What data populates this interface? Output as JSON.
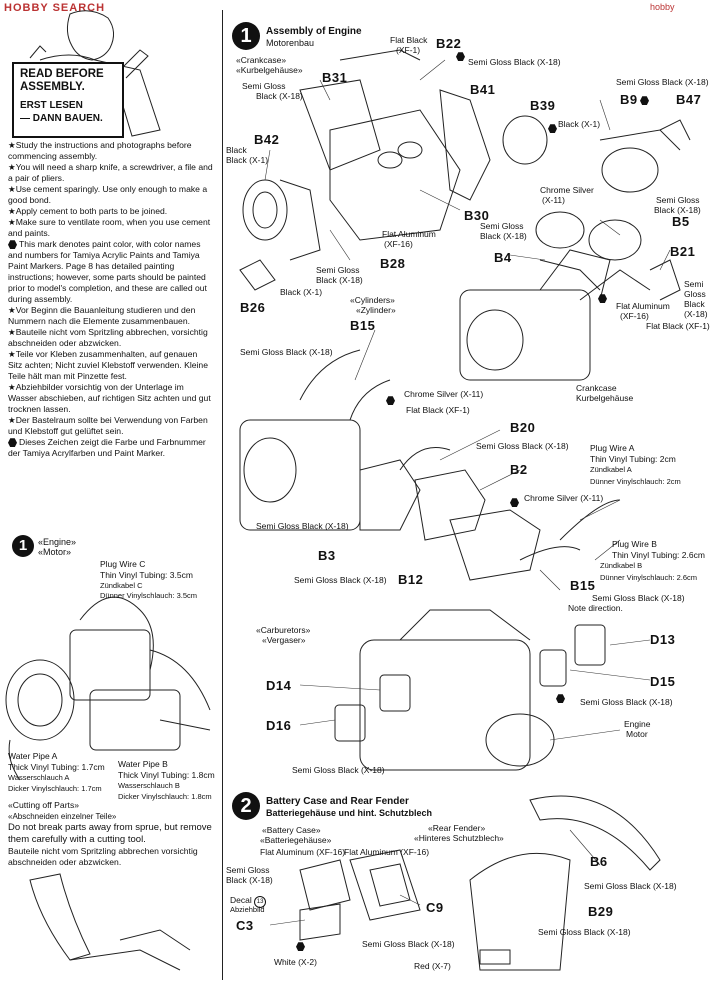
{
  "watermark": {
    "left": "HOBBY SEARCH",
    "right": "hobby"
  },
  "sign": {
    "line1": "READ BEFORE",
    "line2": "ASSEMBLY.",
    "line3": "ERST LESEN",
    "line4": "— DANN BAUEN."
  },
  "instructions_en": [
    "★Study the instructions and photographs before commencing assembly.",
    "★You will need a sharp knife, a screwdriver, a file and a pair of pliers.",
    "★Use cement sparingly. Use only enough to make a good bond.",
    "★Apply cement to both parts to be joined.",
    "★Make sure to ventilate room, when you use cement and paints.",
    "This mark denotes paint color, with color names and numbers for Tamiya Acrylic Paints and Tamiya Paint Markers. Page 8 has detailed painting instructions; however, some parts should be painted prior to model's completion, and these are called out during assembly."
  ],
  "instructions_de": [
    "★Vor Beginn die Bauanleitung studieren und den Nummern nach die Elemente zusammenbauen.",
    "★Bauteile nicht vom Spritzling abbrechen, vorsichtig abschneiden oder abzwicken.",
    "★Teile vor Kleben zusammenhalten, auf genauen Sitz achten; Nicht zuviel Klebstoff verwenden. Kleine Teile hält man mit Pinzette fest.",
    "★Abziehbilder vorsichtig von der Unterlage im Wasser abschieben, auf richtigen Sitz achten und gut trocknen lassen.",
    "★Der Bastelraum sollte bei Verwendung von Farben und Klebstoff gut gelüftet sein.",
    "Dieses Zeichen zeigt die Farbe und Farbnummer der Tamiya Acrylfarben und Paint Marker."
  ],
  "left_step": {
    "num": "1",
    "title": "«Engine»",
    "sub": "«Motor»",
    "plug_c": [
      "Plug Wire C",
      "Thin Vinyl Tubing: 3.5cm",
      "Zündkabel C",
      "Dünner Vinylschlauch: 3.5cm"
    ],
    "water_a": [
      "Water Pipe A",
      "Thick Vinyl Tubing: 1.7cm",
      "Wasserschlauch A",
      "Dicker Vinylschlauch: 1.7cm"
    ],
    "water_b": [
      "Water Pipe B",
      "Thick Vinyl Tubing: 1.8cm",
      "Wasserschlauch B",
      "Dicker Vinylschlauch: 1.8cm"
    ]
  },
  "cutting": {
    "title": "«Cutting off Parts»",
    "sub": "«Abschneiden einzelner Teile»",
    "en": "Do not break parts away from sprue, but remove them carefully with a cutting tool.",
    "de": "Bauteile nicht vom Spritzling abbrechen vorsichtig abschneiden oder abzwicken."
  },
  "step1": {
    "num": "1",
    "title": "Assembly of Engine",
    "sub": "Motorenbau",
    "crankcase": "«Crankcase»",
    "crankcase_de": "«Kurbelgehäuse»",
    "cylinders": "«Cylinders»",
    "cylinders_de": "«Zylinder»",
    "carburetors": "«Carburetors»",
    "carburetors_de": "«Vergaser»"
  },
  "parts": [
    "B22",
    "B31",
    "B41",
    "B39",
    "B9",
    "B47",
    "B42",
    "B30",
    "B28",
    "B5",
    "B4",
    "B21",
    "B26",
    "B15",
    "B20",
    "B2",
    "B3",
    "B12",
    "B15",
    "D13",
    "D15",
    "D14",
    "D16",
    "B6",
    "B29",
    "C9",
    "C3"
  ],
  "paints": {
    "flat_black_xf1": "Flat Black (XF-1)",
    "semi_gloss_x18": "Semi Gloss Black (X-18)",
    "black_x1": "Black (X-1)",
    "chrome_x11": "Chrome Silver (X-11)",
    "flat_al_xf16": "Flat Aluminum (XF-16)",
    "white_x2": "White (X-2)",
    "red_x7": "Red (X-7)"
  },
  "labels": {
    "flat_black": "Flat Black",
    "xf1": "(XF-1)",
    "semi_gloss": "Semi Gloss",
    "black_x18": "Black (X-18)",
    "x18": "(X-18)",
    "chrome_silver": "Chrome Silver",
    "x11": "(X-11)",
    "flat_aluminum": "Flat Aluminum",
    "xf16": "(XF-16)",
    "crankcase_en": "Crankcase",
    "crankcase_de": "Kurbelgehäuse",
    "engine_en": "Engine",
    "engine_de": "Motor",
    "semi": "Semi",
    "gloss": "Gloss",
    "black": "Black",
    "note_direction": "Note direction.",
    "decal": "Decal",
    "decal_num": "13",
    "abziehbild": "Abziehbild"
  },
  "plug_a": [
    "Plug Wire A",
    "Thin Vinyl Tubing: 2cm",
    "Zündkabel A",
    "Dünner Vinylschlauch: 2cm"
  ],
  "plug_b": [
    "Plug Wire B",
    "Thin Vinyl Tubing: 2.6cm",
    "Zündkabel B",
    "Dünner Vinylschlauch: 2.6cm"
  ],
  "step2": {
    "num": "2",
    "title": "Battery Case and Rear Fender",
    "sub": "Batteriegehäuse und hint. Schutzblech",
    "battery": "«Battery Case»",
    "battery_de": "«Batteriegehäuse»",
    "fender": "«Rear Fender»",
    "fender_de": "«Hinteres Schutzblech»"
  }
}
